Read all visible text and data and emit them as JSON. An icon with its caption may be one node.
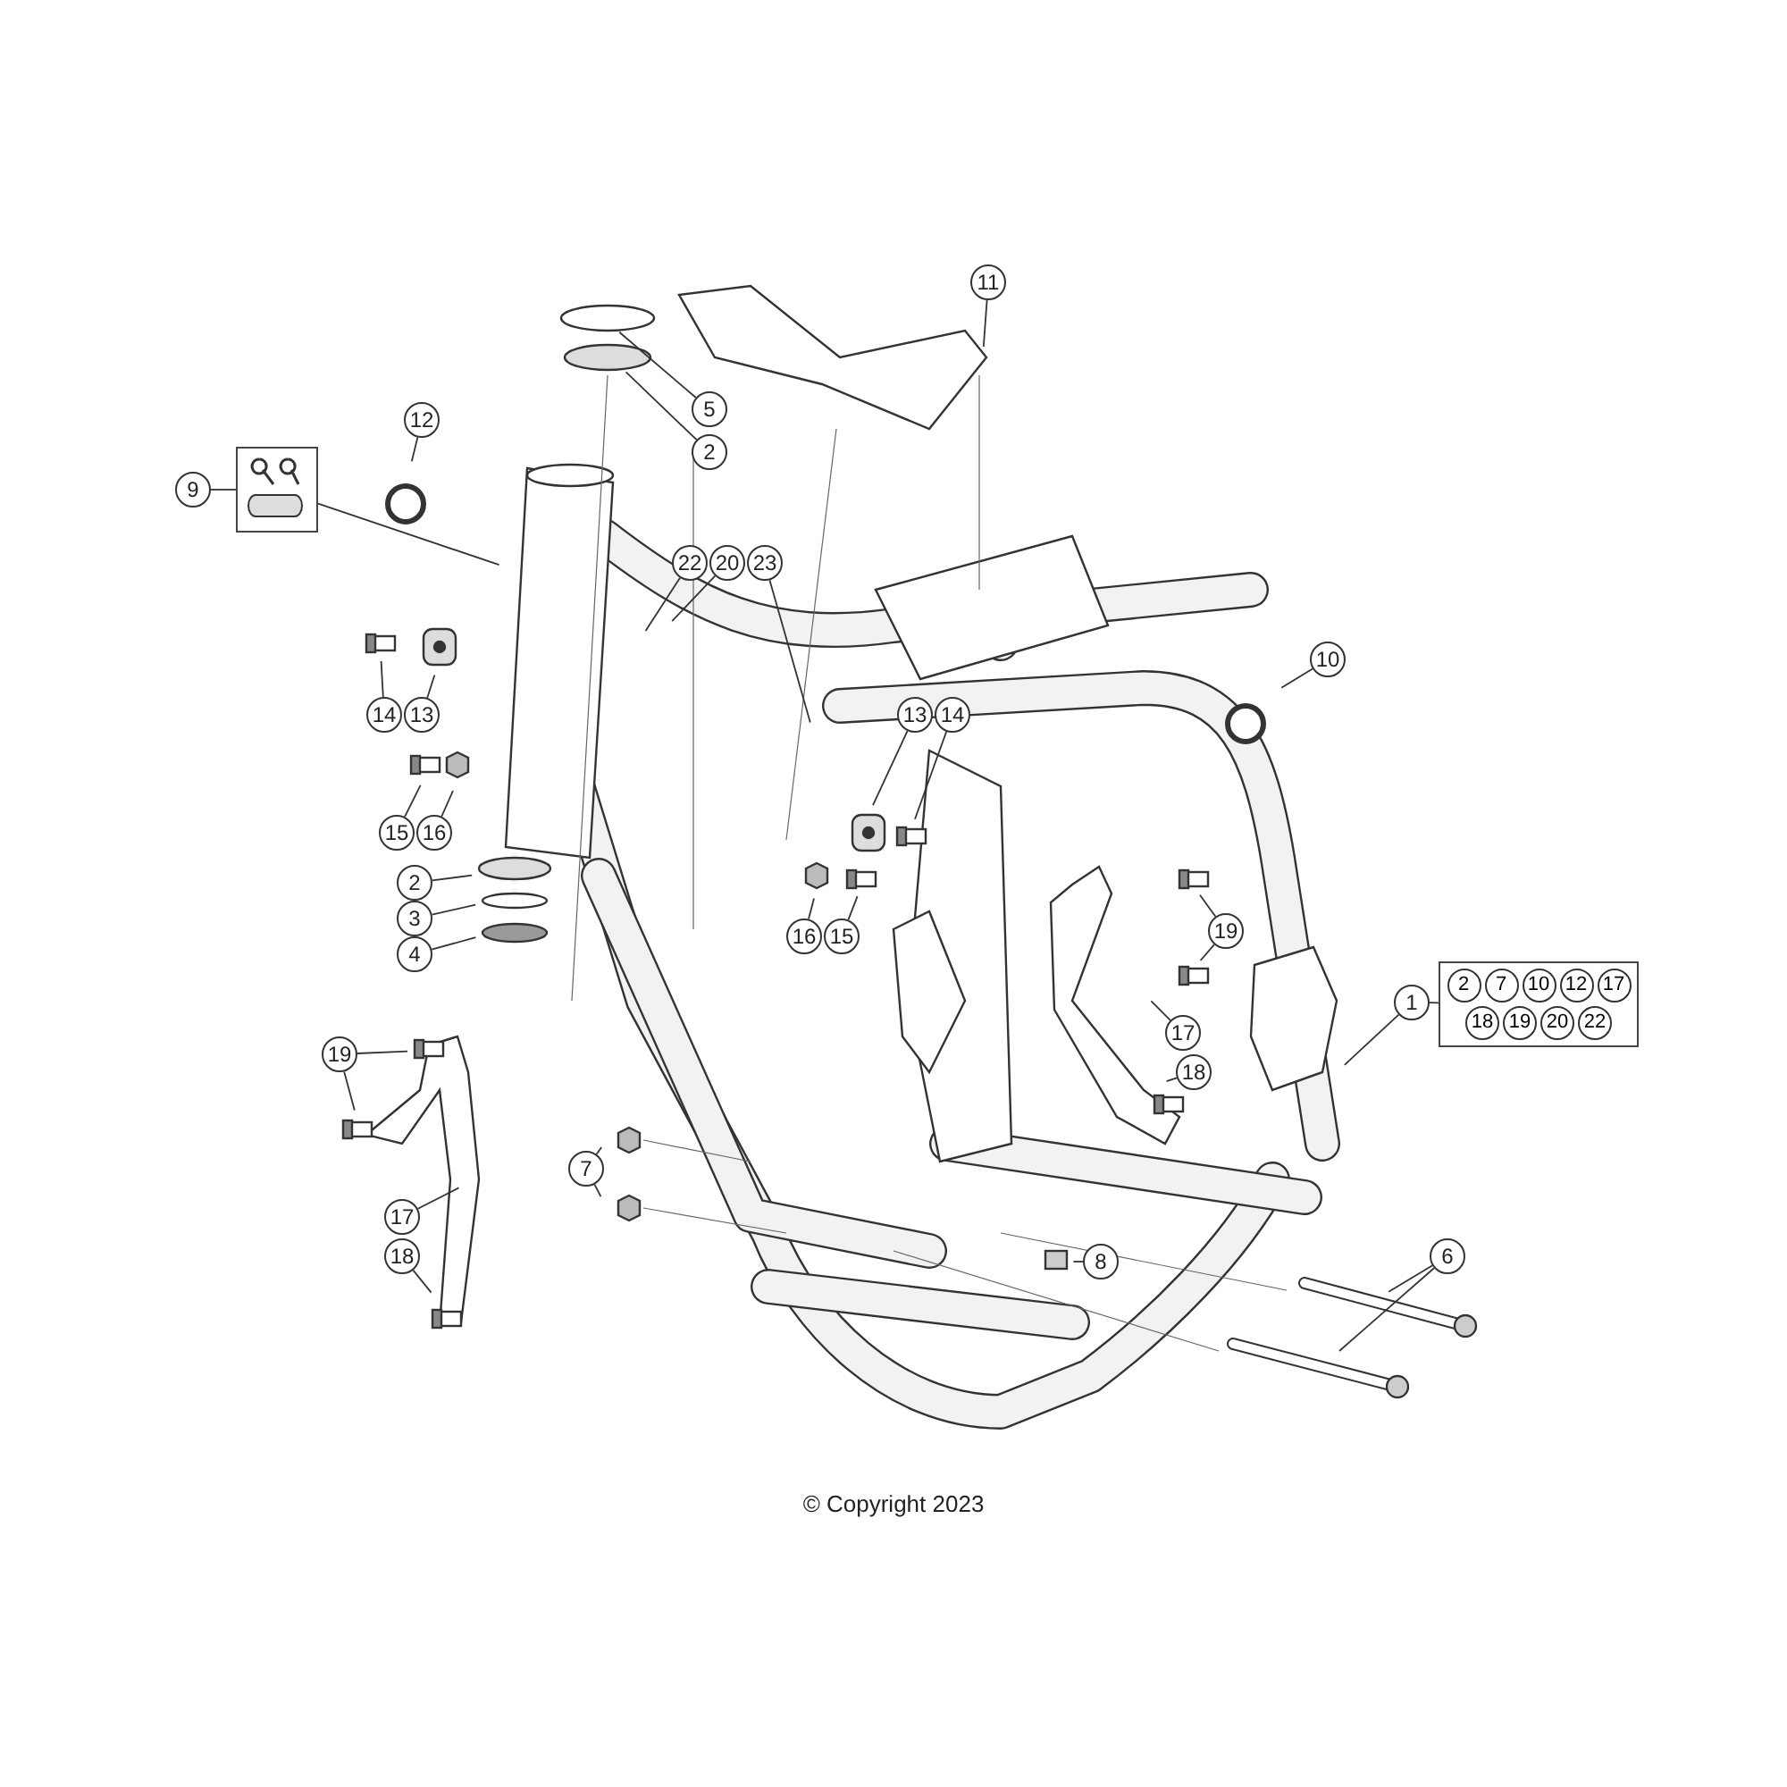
{
  "diagram": {
    "caption": "© Copyright 2023",
    "nodes": [
      {
        "text": [
          "11"
        ]
      },
      {
        "text": [
          "5"
        ]
      },
      {
        "text": [
          "2"
        ]
      },
      {
        "text": [
          "12"
        ]
      },
      {
        "text": [
          "9"
        ]
      },
      {
        "text": [],
        "shape": "box"
      },
      {
        "text": [
          "22"
        ]
      },
      {
        "text": [
          "20"
        ]
      },
      {
        "text": [
          "23"
        ]
      },
      {
        "text": [
          "10"
        ]
      },
      {
        "text": [
          "14"
        ]
      },
      {
        "text": [
          "13"
        ]
      },
      {
        "text": [
          "13"
        ]
      },
      {
        "text": [
          "14"
        ]
      },
      {
        "text": [
          "15"
        ]
      },
      {
        "text": [
          "16"
        ]
      },
      {
        "text": [
          "2"
        ]
      },
      {
        "text": [
          "3"
        ]
      },
      {
        "text": [
          "4"
        ]
      },
      {
        "text": [
          "16"
        ]
      },
      {
        "text": [
          "15"
        ]
      },
      {
        "text": [
          "19"
        ]
      },
      {
        "text": [
          "1"
        ]
      },
      {
        "text": [
          "2",
          "7",
          "10",
          "12",
          "17",
          "18",
          "19",
          "20",
          "22"
        ]
      },
      {
        "text": [
          "19"
        ]
      },
      {
        "text": [
          "17"
        ]
      },
      {
        "text": [
          "18"
        ]
      },
      {
        "text": [
          "17"
        ]
      },
      {
        "text": [
          "7"
        ]
      },
      {
        "text": [
          "18"
        ]
      },
      {
        "text": [
          "8"
        ]
      },
      {
        "text": [
          "6"
        ]
      }
    ],
    "edges": [
      {
        "from": 0,
        "to": null,
        "arrow": "none"
      },
      {
        "from": 1,
        "to": null,
        "arrow": "none"
      },
      {
        "from": 2,
        "to": null,
        "arrow": "none"
      },
      {
        "from": 3,
        "to": null,
        "arrow": "none"
      },
      {
        "from": 4,
        "to": 5,
        "arrow": "none"
      },
      {
        "from": 5,
        "to": null,
        "arrow": "none"
      },
      {
        "from": 6,
        "to": null,
        "arrow": "none"
      },
      {
        "from": 7,
        "to": null,
        "arrow": "none"
      },
      {
        "from": 8,
        "to": null,
        "arrow": "none"
      },
      {
        "from": 9,
        "to": null,
        "arrow": "none"
      },
      {
        "from": 10,
        "to": null,
        "arrow": "none"
      },
      {
        "from": 11,
        "to": null,
        "arrow": "none"
      },
      {
        "from": 12,
        "to": null,
        "arrow": "none"
      },
      {
        "from": 13,
        "to": null,
        "arrow": "none"
      },
      {
        "from": 14,
        "to": null,
        "arrow": "none"
      },
      {
        "from": 15,
        "to": null,
        "arrow": "none"
      },
      {
        "from": 16,
        "to": null,
        "arrow": "none"
      },
      {
        "from": 17,
        "to": null,
        "arrow": "none"
      },
      {
        "from": 18,
        "to": null,
        "arrow": "none"
      },
      {
        "from": 19,
        "to": null,
        "arrow": "none"
      },
      {
        "from": 20,
        "to": null,
        "arrow": "none"
      },
      {
        "from": 21,
        "to": null,
        "arrow": "none"
      },
      {
        "from": 21,
        "to": null,
        "arrow": "none"
      },
      {
        "from": 22,
        "to": 23,
        "arrow": "none"
      },
      {
        "from": 22,
        "to": null,
        "arrow": "none"
      },
      {
        "from": 24,
        "to": null,
        "arrow": "none"
      },
      {
        "from": 24,
        "to": null,
        "arrow": "none"
      },
      {
        "from": 25,
        "to": null,
        "arrow": "none"
      },
      {
        "from": 26,
        "to": null,
        "arrow": "none"
      },
      {
        "from": 27,
        "to": null,
        "arrow": "none"
      },
      {
        "from": 28,
        "to": null,
        "arrow": "none"
      },
      {
        "from": 28,
        "to": null,
        "arrow": "none"
      },
      {
        "from": 29,
        "to": null,
        "arrow": "none"
      },
      {
        "from": 30,
        "to": null,
        "arrow": "none"
      },
      {
        "from": 31,
        "to": null,
        "arrow": "none"
      },
      {
        "from": 31,
        "to": null,
        "arrow": "none"
      }
    ]
  }
}
